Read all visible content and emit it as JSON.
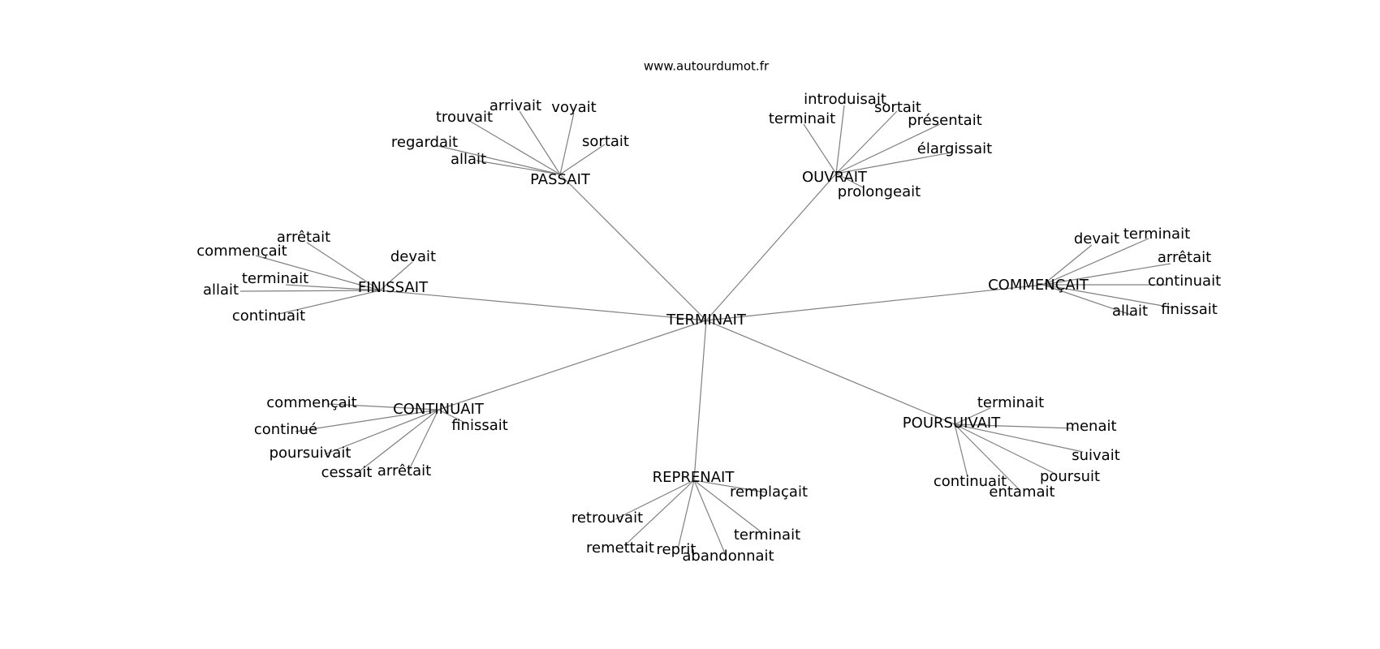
{
  "source_label": "www.autourdumot.fr",
  "center": "TERMINAIT",
  "groups": [
    {
      "word": "PASSAIT",
      "related": [
        "trouvait",
        "arrivait",
        "voyait",
        "regardait",
        "allait",
        "sortait"
      ]
    },
    {
      "word": "OUVRAIT",
      "related": [
        "introduisait",
        "terminait",
        "sortait",
        "présentait",
        "élargissait",
        "prolongeait"
      ]
    },
    {
      "word": "FINISSAIT",
      "related": [
        "arrêtait",
        "commençait",
        "devait",
        "terminait",
        "allait",
        "continuait"
      ]
    },
    {
      "word": "COMMENÇAIT",
      "related": [
        "devait",
        "terminait",
        "arrêtait",
        "continuait",
        "allait",
        "finissait"
      ]
    },
    {
      "word": "CONTINUAIT",
      "related": [
        "commençait",
        "continué",
        "finissait",
        "poursuivait",
        "cessait",
        "arrêtait"
      ]
    },
    {
      "word": "POURSUIVAIT",
      "related": [
        "terminait",
        "menait",
        "suivait",
        "poursuit",
        "continuait",
        "entamait"
      ]
    },
    {
      "word": "REPRENAIT",
      "related": [
        "remplaçait",
        "retrouvait",
        "terminait",
        "remettait",
        "reprit",
        "abandonnait"
      ]
    }
  ],
  "colors": {
    "edge": "#808080",
    "text": "#000000",
    "background": "#ffffff"
  }
}
